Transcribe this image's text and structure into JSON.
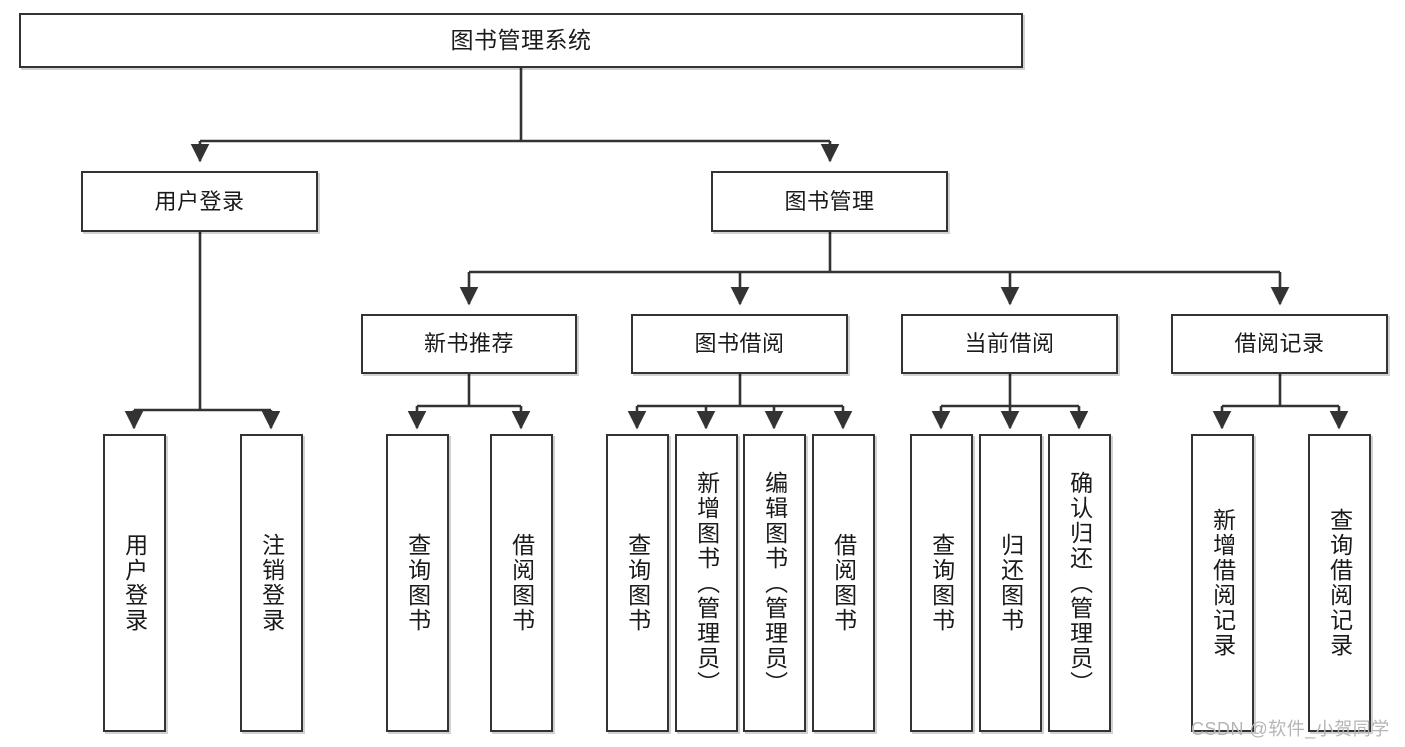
{
  "diagram": {
    "title": "图书管理系统",
    "type": "tree-hierarchy-diagram",
    "orientation": "top-down",
    "colors": {
      "node_border": "#333333",
      "node_fill": "#ffffff",
      "edge": "#333333",
      "text": "#1a1a1a",
      "watermark": "#b5b5b5",
      "background": "#ffffff"
    },
    "nodes": {
      "root": {
        "label": "图书管理系统"
      },
      "level2": [
        {
          "id": "user-login",
          "label": "用户登录"
        },
        {
          "id": "book-management",
          "label": "图书管理"
        }
      ],
      "level3": [
        {
          "id": "new-book-recommend",
          "label": "新书推荐"
        },
        {
          "id": "book-borrow",
          "label": "图书借阅"
        },
        {
          "id": "current-borrow",
          "label": "当前借阅"
        },
        {
          "id": "borrow-record",
          "label": "借阅记录"
        }
      ],
      "leaves": {
        "user_login": [
          {
            "id": "leaf-user-login",
            "label": "用户登录"
          },
          {
            "id": "leaf-user-logout",
            "label": "注销登录"
          }
        ],
        "new_book_recommend": [
          {
            "id": "leaf-query-book-1",
            "label": "查询图书"
          },
          {
            "id": "leaf-borrow-book-1",
            "label": "借阅图书"
          }
        ],
        "book_borrow": [
          {
            "id": "leaf-query-book-2",
            "label": "查询图书"
          },
          {
            "id": "leaf-add-book",
            "label": "新增图书（管理员）"
          },
          {
            "id": "leaf-edit-book",
            "label": "编辑图书（管理员）"
          },
          {
            "id": "leaf-borrow-book-2",
            "label": "借阅图书"
          }
        ],
        "current_borrow": [
          {
            "id": "leaf-query-book-3",
            "label": "查询图书"
          },
          {
            "id": "leaf-return-book",
            "label": "归还图书"
          },
          {
            "id": "leaf-confirm-return",
            "label": "确认归还（管理员）"
          }
        ],
        "borrow_record": [
          {
            "id": "leaf-add-record",
            "label": "新增借阅记录"
          },
          {
            "id": "leaf-query-record",
            "label": "查询借阅记录"
          }
        ]
      }
    },
    "watermark": "CSDN @软件_小贺同学"
  }
}
